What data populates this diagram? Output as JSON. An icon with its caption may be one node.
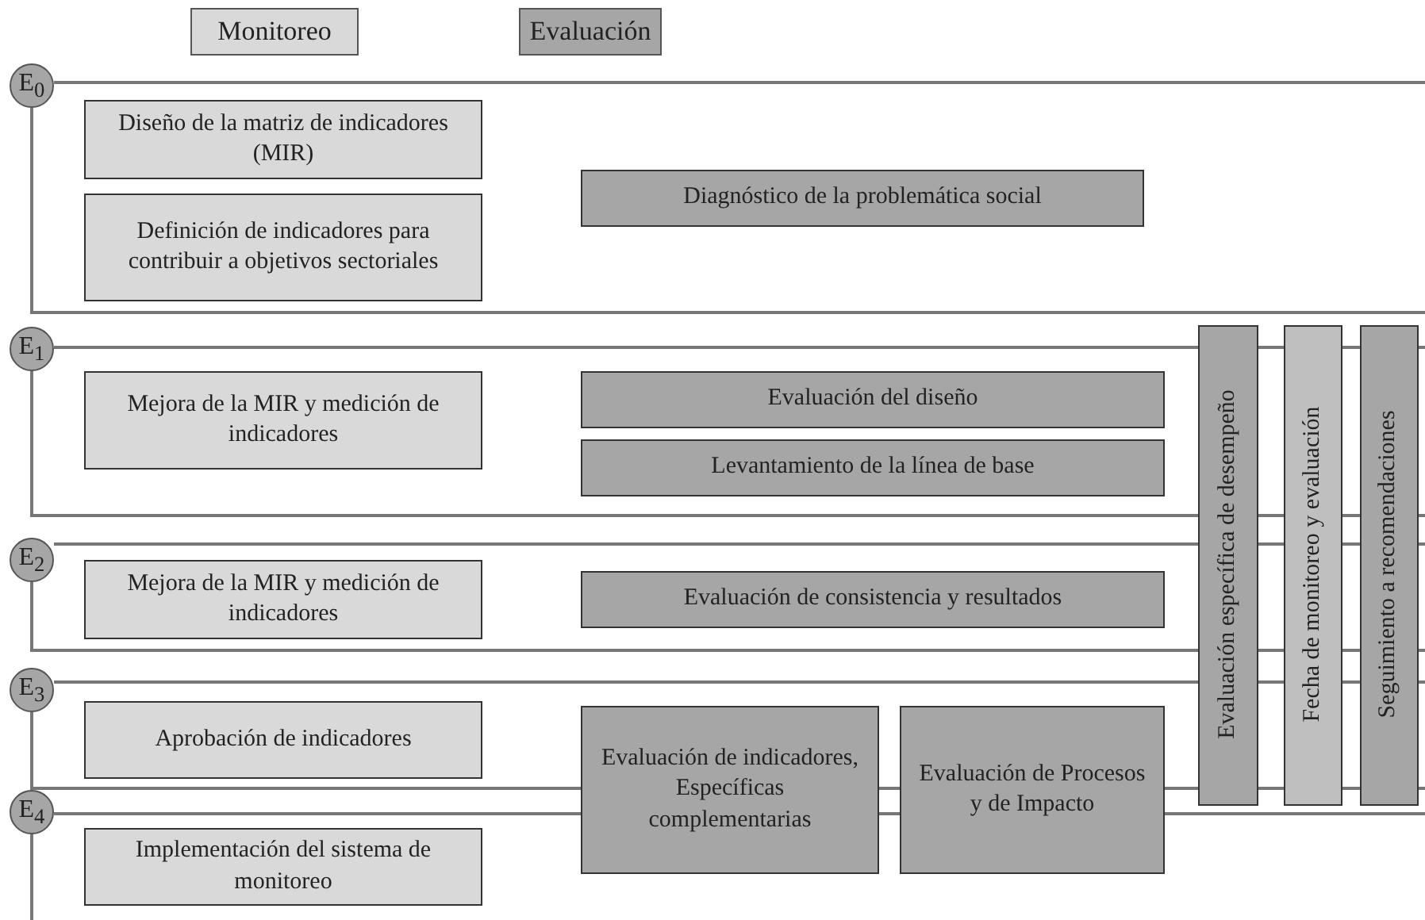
{
  "diagram": {
    "nodes": [
      {
        "text": [
          "Monitoreo"
        ]
      },
      {
        "text": [
          "Evaluación"
        ]
      },
      {
        "text": [
          "E$_{0}$"
        ]
      },
      {
        "text": [
          "Diseño de la matriz de indicadores (MIR)"
        ]
      },
      {
        "text": [
          "Definición de indicadores para contribuir a objetivos sectoriales"
        ]
      },
      {
        "text": [
          "Diagnóstico de la problemática social"
        ]
      },
      {
        "text": [
          "E$_{1}$"
        ]
      },
      {
        "text": [
          "Mejora de la MIR y medición de indicadores"
        ]
      },
      {
        "text": [
          "Evaluación del diseño"
        ]
      },
      {
        "text": [
          "Levantamiento de la línea de base"
        ]
      },
      {
        "text": [
          "Evaluación específica de desempeño"
        ]
      },
      {
        "text": [
          "Fecha de monitoreo y evaluación"
        ]
      },
      {
        "text": [
          "Seguimiento a recomendaciones"
        ]
      },
      {
        "text": [
          "E$_{2}$"
        ]
      },
      {
        "text": [
          "Mejora de la MIR y medición de indicadores"
        ]
      },
      {
        "text": [
          "Evaluación de consistencia y resultados"
        ]
      },
      {
        "text": [
          "E$_{3}$"
        ]
      },
      {
        "text": [
          "Aprobación de indicadores"
        ]
      },
      {
        "text": [
          "Evaluación de indicadores, Específicas complementarias"
        ]
      },
      {
        "text": [
          "Evaluación de Procesos y de Impacto"
        ]
      },
      {
        "text": [
          "E$_{4}$"
        ]
      },
      {
        "text": [
          "Implementación del sistema de monitoreo"
        ]
      }
    ]
  }
}
